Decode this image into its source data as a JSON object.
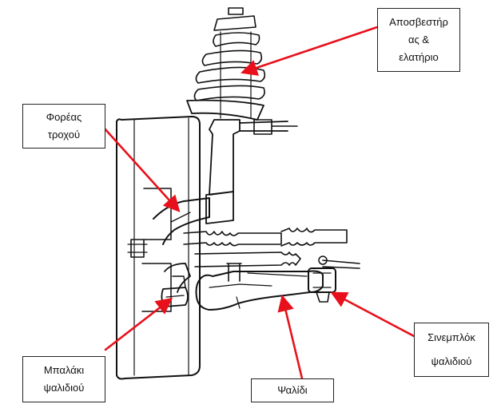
{
  "labels": {
    "shock_spring": {
      "line1": "Αποσβεστήρ",
      "line2": "ας &",
      "line3": "ελατήριο"
    },
    "wheel_carrier": {
      "line1": "Φορέας",
      "line2": "τροχού"
    },
    "ball_joint": {
      "line1": "Μπαλάκι",
      "line2": "ψαλιδιού"
    },
    "control_arm": {
      "line1": "Ψαλίδι"
    },
    "bushing": {
      "line1": "Σινεμπλόκ",
      "line2": "ψαλιδιού"
    }
  },
  "colors": {
    "arrow": "#e8101a",
    "ink": "#111111",
    "box_border": "#222222"
  }
}
